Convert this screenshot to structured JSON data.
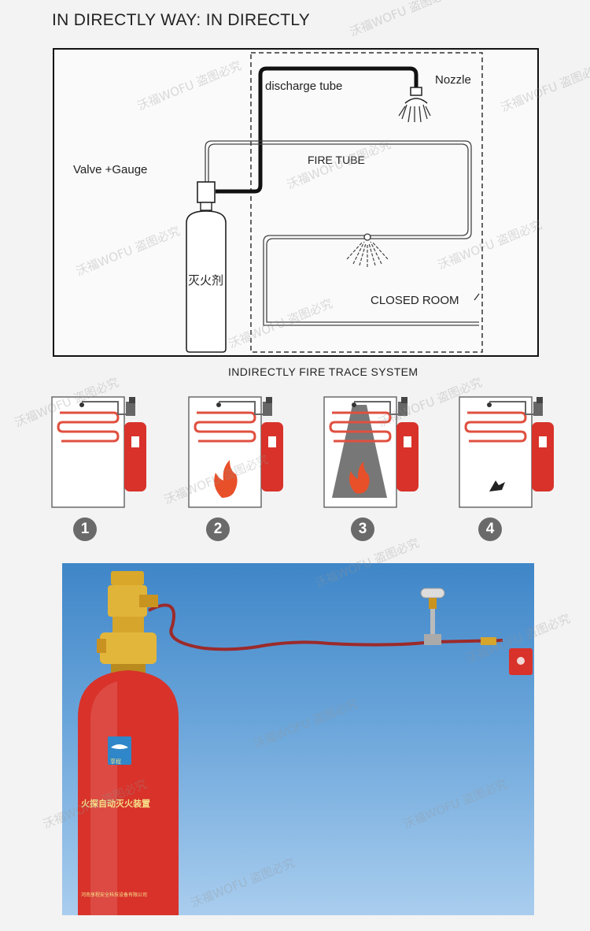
{
  "heading": "IN DIRECTLY WAY: IN DIRECTLY",
  "diagram": {
    "discharge_tube": "discharge tube",
    "nozzle": "Nozzle",
    "valve_gauge": "Valve +Gauge",
    "fire_tube": "FIRE TUBE",
    "closed_room": "CLOSED ROOM",
    "agent": "灭火剂"
  },
  "section_title": "INDIRECTLY FIRE TRACE SYSTEM",
  "steps": [
    "1",
    "2",
    "3",
    "4"
  ],
  "photo": {
    "cylinder_logo_text": "享程",
    "cylinder_label": "火探自动灭火装置",
    "cylinder_footer": "河南享程安全科技设备有限公司"
  },
  "watermark": "沃福WOFU 盗图必究",
  "colors": {
    "cylinder_red": "#d8322a",
    "fire_orange": "#e8502a",
    "sky_blue": "#5a9ad4",
    "badge_gray": "#6a6a6a"
  }
}
